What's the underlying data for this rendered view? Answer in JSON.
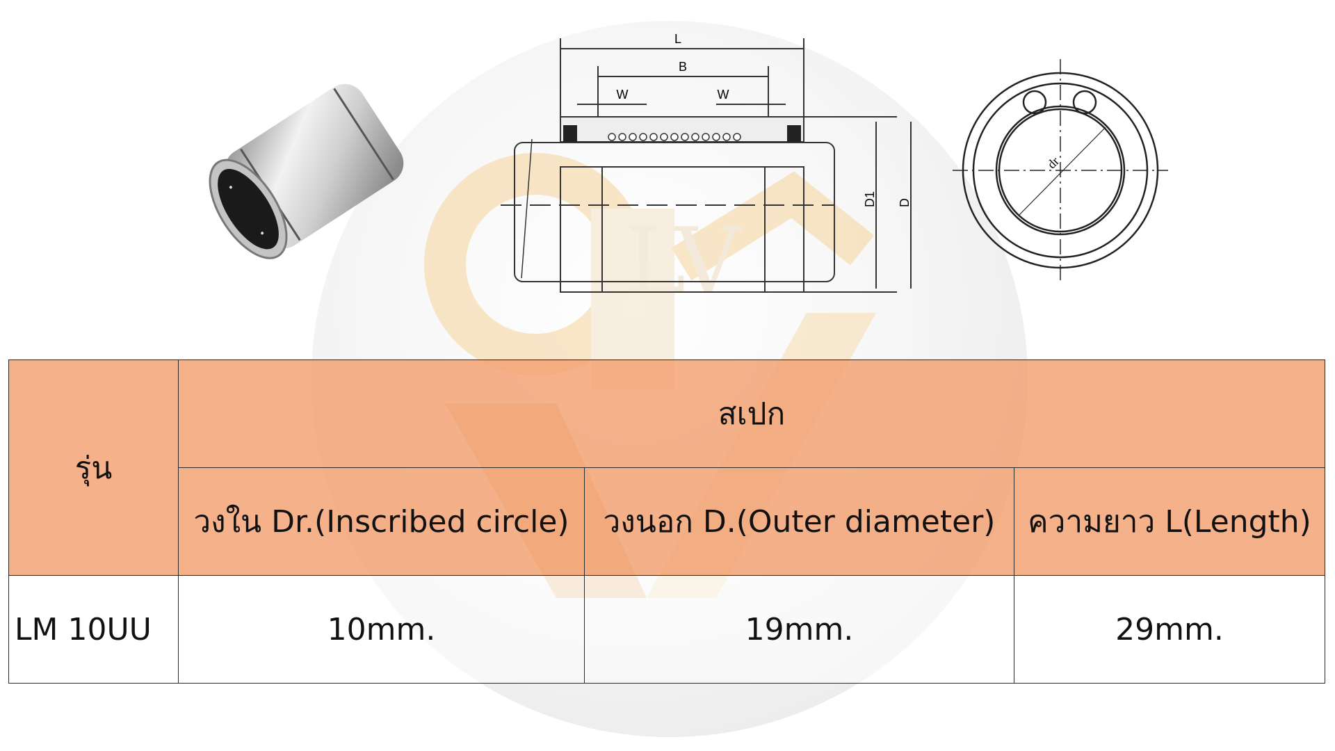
{
  "watermark": {
    "logo_text": "QLV",
    "colors": {
      "circle": "#ececec",
      "logo": "#f5c98a"
    }
  },
  "images": {
    "photo": {
      "alt": "LM10UU linear bearing photo"
    },
    "side_drawing": {
      "labels": {
        "length": "L",
        "body": "B",
        "groove_left": "W",
        "groove_right": "W",
        "inner_diameter": "D1",
        "outer_diameter": "D"
      }
    },
    "end_drawing": {
      "labels": {
        "inscribed": "dr"
      }
    }
  },
  "table": {
    "header": {
      "model_label": "รุ่น",
      "spec_label": "สเปก",
      "columns": [
        "วงใน Dr.(Inscribed circle)",
        "วงนอก D.(Outer diameter)",
        "ความยาว L(Length)"
      ]
    },
    "rows": [
      {
        "model": "LM 10UU",
        "inscribed": "10mm.",
        "outer": "19mm.",
        "length": "29mm."
      }
    ],
    "colors": {
      "header_bg": "#f3ad84",
      "border": "#2a2a2a"
    }
  }
}
